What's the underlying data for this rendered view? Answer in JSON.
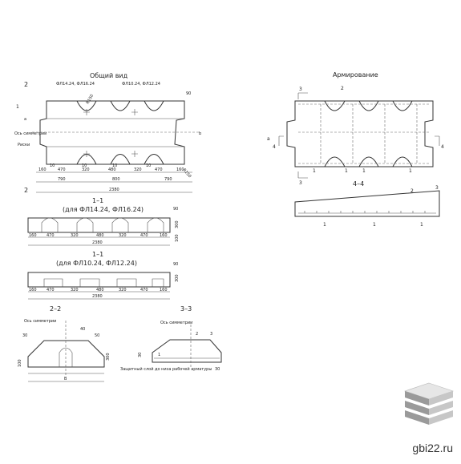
{
  "left": {
    "general_view_title": "Общий вид",
    "section_mark_2": "2",
    "section_mark_1": "1",
    "label_top_left": "ФЛ14.24, ФЛ16.24",
    "label_top_right": "ФЛ10.24, ФЛ12.24",
    "label_axis": "Ось симметрии",
    "label_marks": "Риски",
    "r_top": "R150",
    "r_bottom": "R150",
    "dim_90": "90",
    "dim_a": "а",
    "dim_b": "b",
    "dim_10": "10",
    "top_dims": [
      "160",
      "470",
      "320",
      "480",
      "320",
      "470",
      "160"
    ],
    "mid_dims": [
      "790",
      "800",
      "790"
    ],
    "total_len": "2380",
    "sec11a_title": "1–1",
    "sec11a_sub": "(для ФЛ14.24, ФЛ16.24)",
    "sec11a_dims": [
      "160",
      "470",
      "320",
      "480",
      "320",
      "470",
      "160"
    ],
    "sec11a_total": "2380",
    "sec11a_h": "300",
    "sec11a_90": "90",
    "sec11a_100": "100",
    "sec11b_title": "1–1",
    "sec11b_sub": "(для ФЛ10.24, ФЛ12.24)",
    "sec11b_dims": [
      "160",
      "470",
      "320",
      "480",
      "320",
      "470",
      "160"
    ],
    "sec11b_total": "2380",
    "sec11b_h": "300",
    "sec11b_90": "90",
    "sec22_title": "2–2",
    "sec22_axis": "Ось симметрии",
    "sec22_dims": [
      "30",
      "50",
      "40",
      "100",
      "300",
      "В"
    ],
    "sec33_title": "3–3",
    "sec33_axis": "Ось симметрии",
    "sec33_note": "Защитный слой до низа рабочей арматуры",
    "sec33_nums": [
      "1",
      "2",
      "3"
    ],
    "sec33_dims": [
      "30",
      "30"
    ]
  },
  "right": {
    "reinforcement_title": "Армирование",
    "marks": [
      "3",
      "3",
      "4",
      "4",
      "2",
      "1",
      "1",
      "1",
      "1",
      "а"
    ],
    "sec44_title": "4–4",
    "sec44_nums": [
      "1",
      "1",
      "1",
      "2",
      "3"
    ]
  },
  "watermark": {
    "site": "gbi22.ru"
  },
  "colors": {
    "line": "#333333",
    "logo_light": "#e6e6e6",
    "logo_dark": "#9a9a9a"
  }
}
